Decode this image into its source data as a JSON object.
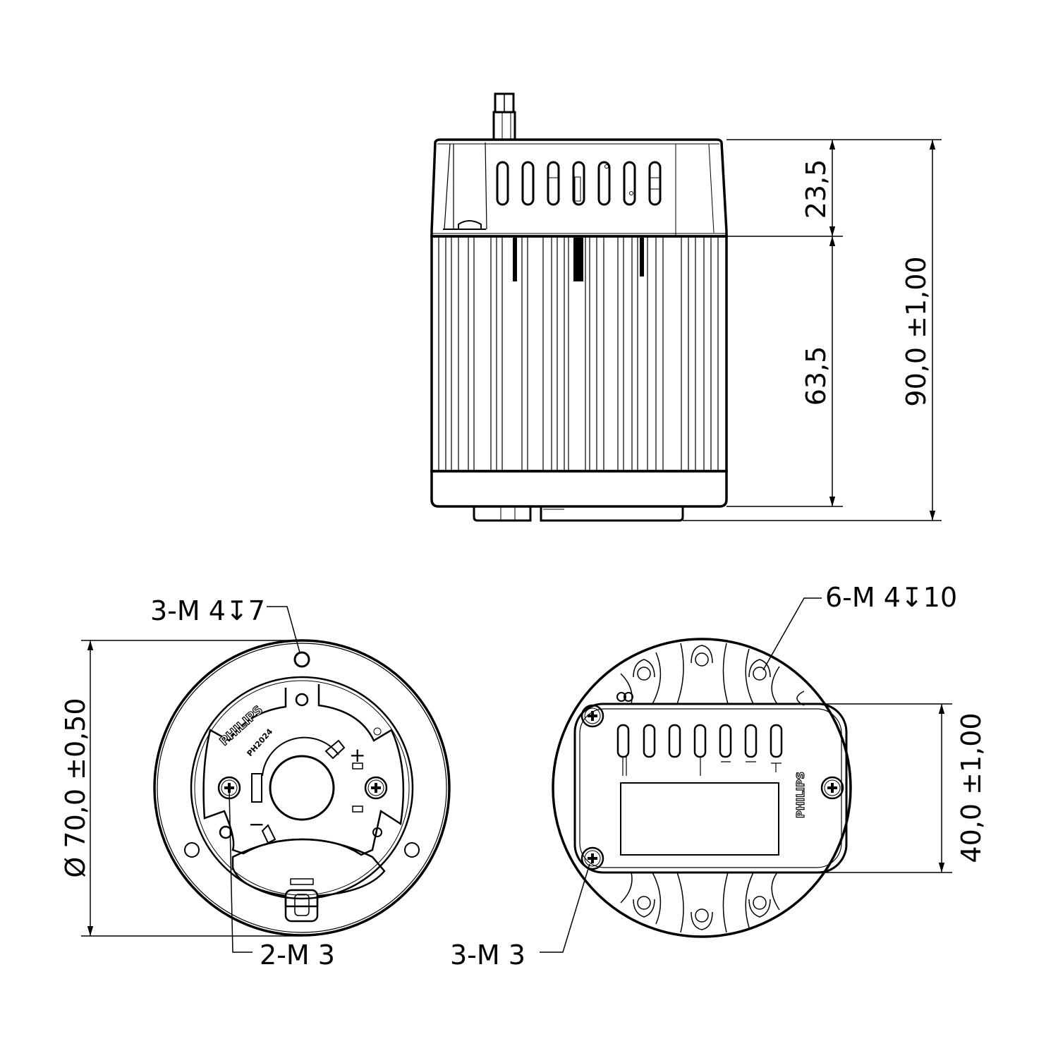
{
  "drawing": {
    "side_view": {
      "dim_top_height": "23,5",
      "dim_body_height": "63,5",
      "dim_total_height": "90,0 ±1,00"
    },
    "bottom_view": {
      "diameter_label": "Ø 70,0 ±0,50",
      "thread_holes_label": "3-M 4↧7",
      "screw_label": "2-M 3",
      "logo_text": "PHILIPS",
      "part_code": "PH2024",
      "plus_sign": "+",
      "minus_sign": "−"
    },
    "top_view": {
      "thread_holes_label": "6-M 4↧10",
      "screw_label": "3-M 3",
      "plate_width_label": "40,0 ±1,00",
      "logo_text": "PHILIPS"
    }
  }
}
